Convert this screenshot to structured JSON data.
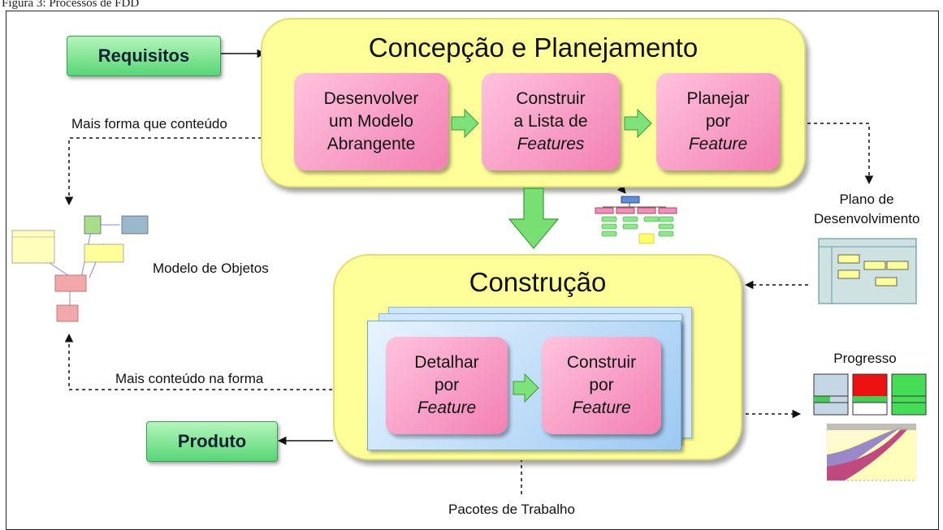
{
  "caption": "Figura 3: Processos de FDD",
  "inputs": {
    "requisitos": "Requisitos"
  },
  "outputs": {
    "produto": "Produto"
  },
  "phase1": {
    "title": "Concepção e Planejamento",
    "steps": [
      {
        "lines": [
          "Desenvolver",
          "um Modelo",
          "Abrangente"
        ],
        "italic_last": false
      },
      {
        "lines": [
          "Construir",
          "a Lista de",
          "Features"
        ],
        "italic_last": true
      },
      {
        "lines": [
          "Planejar",
          "por",
          "Feature"
        ],
        "italic_last": true
      }
    ]
  },
  "phase2": {
    "title": "Construção",
    "steps": [
      {
        "lines": [
          "Detalhar",
          "por",
          "Feature"
        ],
        "italic_last": true
      },
      {
        "lines": [
          "Construir",
          "por",
          "Feature"
        ],
        "italic_last": true
      }
    ]
  },
  "annotations": {
    "mais_forma": "Mais forma que conteúdo",
    "mais_conteudo": "Mais conteúdo na forma",
    "modelo_objetos": "Modelo de Objetos",
    "plano_1": "Plano de",
    "plano_2": "Desenvolvimento",
    "progresso": "Progresso",
    "pacotes": "Pacotes de Trabalho"
  },
  "colors": {
    "yellow_panel": "#ffff99",
    "pink_step": "#f59ac4",
    "green_box": "#7ee08f",
    "green_arrow": "#66dd66",
    "blue_stack": "#9cc9f2"
  }
}
